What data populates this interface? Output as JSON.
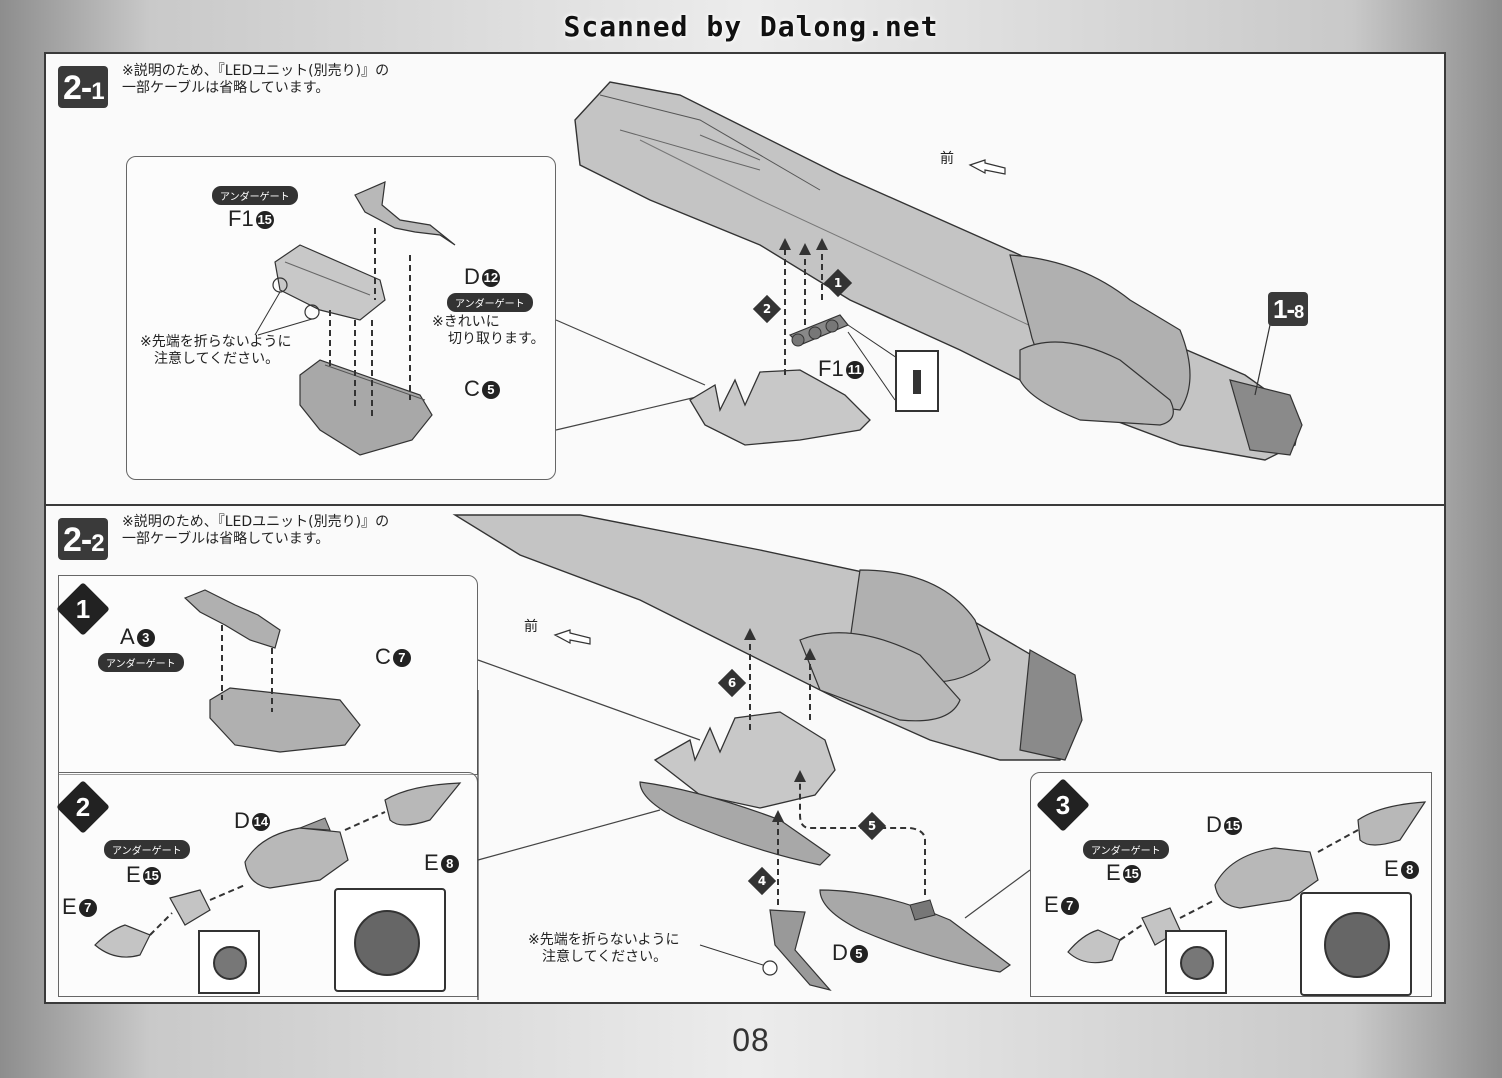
{
  "watermark": "Scanned by Dalong.net",
  "page_number": "08",
  "step_2_1": {
    "badge_main": "2-",
    "badge_sub": "1",
    "note_line1": "※説明のため、『LEDユニット(別売り)』の",
    "note_line2": "一部ケーブルは省略しています。",
    "under_gate": "アンダーゲート",
    "under_gate_2": "アンダーゲート",
    "part_f1_15": "F1",
    "part_f1_15_num": "15",
    "part_d12": "D",
    "part_d12_num": "12",
    "part_c5": "C",
    "part_c5_num": "5",
    "part_f1_11": "F1",
    "part_f1_11_num": "11",
    "tip_note_line1": "※先端を折らないように",
    "tip_note_line2": "注意してください。",
    "clean_note_line1": "※きれいに",
    "clean_note_line2": "切り取ります。",
    "front_label": "前",
    "ref_badge_main": "1-",
    "ref_badge_sub": "8",
    "order_1": "1",
    "order_2": "2"
  },
  "step_2_2": {
    "badge_main": "2-",
    "badge_sub": "2",
    "note_line1": "※説明のため、『LEDユニット(別売り)』の",
    "note_line2": "一部ケーブルは省略しています。",
    "front_label": "前",
    "sub1": {
      "num": "1",
      "part_a3": "A",
      "part_a3_num": "3",
      "under_gate": "アンダーゲート",
      "part_c7": "C",
      "part_c7_num": "7"
    },
    "sub2": {
      "num": "2",
      "part_d14": "D",
      "part_d14_num": "14",
      "under_gate": "アンダーゲート",
      "part_e15": "E",
      "part_e15_num": "15",
      "part_e7": "E",
      "part_e7_num": "7",
      "part_e8": "E",
      "part_e8_num": "8"
    },
    "sub3": {
      "num": "3",
      "part_d15": "D",
      "part_d15_num": "15",
      "under_gate": "アンダーゲート",
      "part_e15": "E",
      "part_e15_num": "15",
      "part_e7": "E",
      "part_e7_num": "7",
      "part_e8": "E",
      "part_e8_num": "8"
    },
    "order_4": "4",
    "order_5": "5",
    "order_6": "6",
    "part_d5": "D",
    "part_d5_num": "5",
    "tip_note_line1": "※先端を折らないように",
    "tip_note_line2": "注意してください。"
  },
  "colors": {
    "ink": "#222222",
    "frame": "#3a3a3a",
    "part_gray": "#9a9a9a",
    "part_light": "#c4c4c4"
  }
}
